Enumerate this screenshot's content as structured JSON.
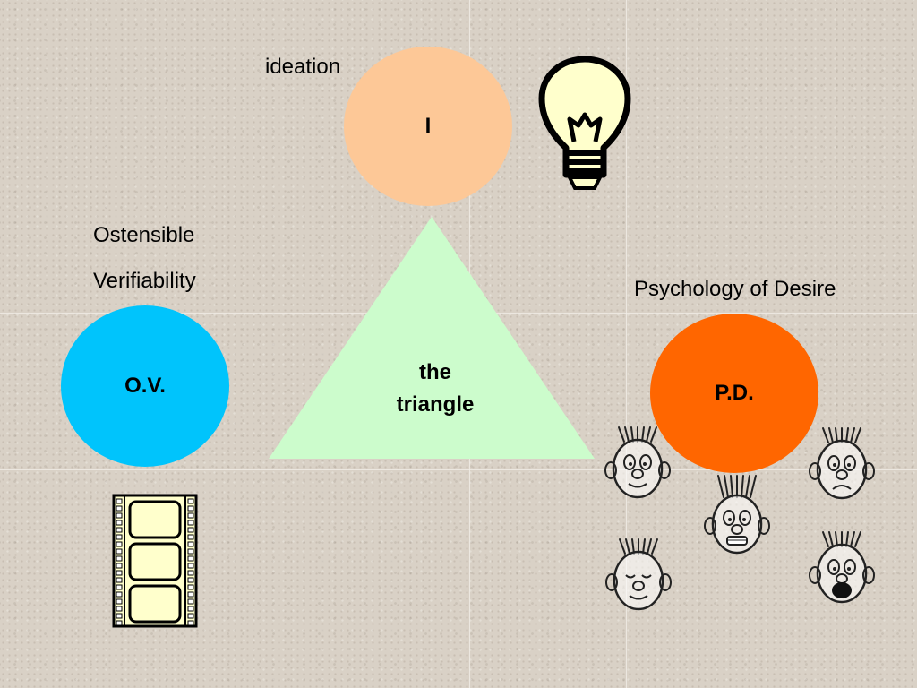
{
  "labels": {
    "ideation": "ideation",
    "ov_line1": "Ostensible",
    "ov_line2": "Verifiability",
    "pd": "Psychology of Desire"
  },
  "nodes": {
    "i": {
      "text": "I",
      "color": "#fdc897"
    },
    "ov": {
      "text": "O.V.",
      "color": "#00c4fc"
    },
    "pd": {
      "text": "P.D.",
      "color": "#ff6600"
    }
  },
  "triangle": {
    "line1": "the",
    "line2": "triangle",
    "color": "#ccfccc"
  },
  "icons": [
    "lightbulb-icon",
    "film-strip-icon",
    "cartoon-face-icon"
  ]
}
